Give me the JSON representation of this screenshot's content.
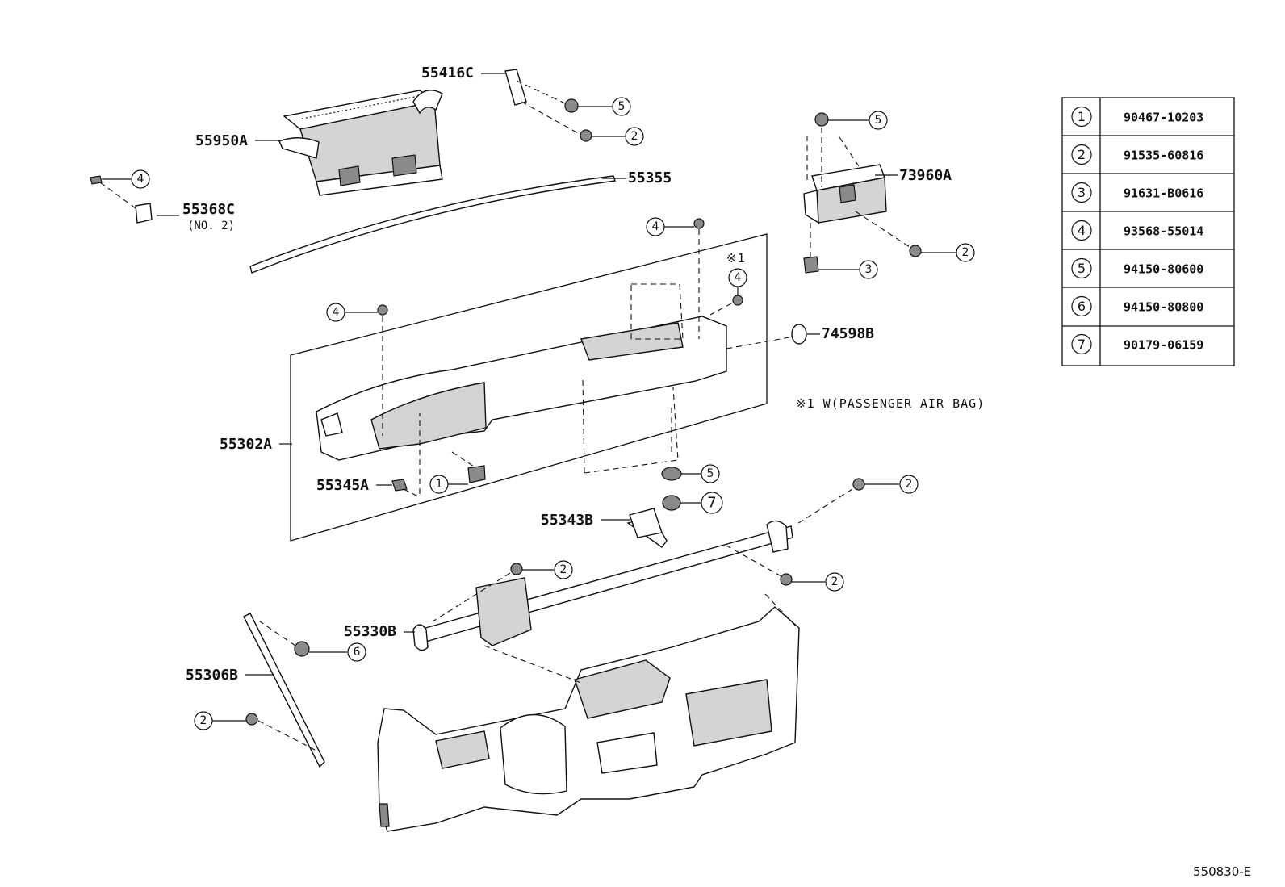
{
  "callouts": {
    "p55416C": "55416C",
    "p55950A": "55950A",
    "p55368C": "55368C",
    "p55368C_sub": "(NO. 2)",
    "p55355": "55355",
    "p73960A": "73960A",
    "p74598B": "74598B",
    "p55302A": "55302A",
    "p55345A": "55345A",
    "p55343B": "55343B",
    "p55330B": "55330B",
    "p55306B": "55306B"
  },
  "circled_numbers": {
    "one": "1",
    "two": "2",
    "three": "3",
    "four": "4",
    "five": "5",
    "six": "6",
    "seven": "7"
  },
  "notes": {
    "mark": "※1",
    "airbag_note": "※1 W(PASSENGER AIR BAG)"
  },
  "hardware_table": [
    {
      "num": "1",
      "part": "90467-10203"
    },
    {
      "num": "2",
      "part": "91535-60816"
    },
    {
      "num": "3",
      "part": "91631-B0616"
    },
    {
      "num": "4",
      "part": "93568-55014"
    },
    {
      "num": "5",
      "part": "94150-80600"
    },
    {
      "num": "6",
      "part": "94150-80800"
    },
    {
      "num": "7",
      "part": "90179-06159"
    }
  ],
  "footer": {
    "code": "550830-E"
  }
}
